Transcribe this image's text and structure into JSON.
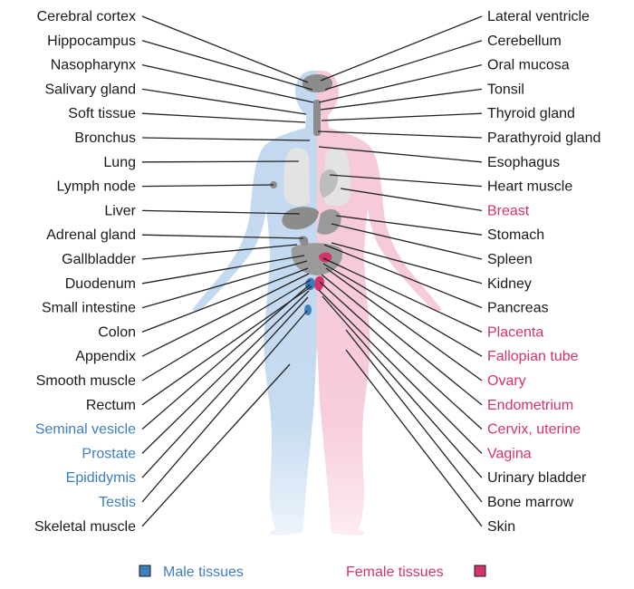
{
  "colors": {
    "normal": "#1a1a1a",
    "male": "#3d7ebf",
    "female": "#d6336c",
    "male_body": "#c2d8ef",
    "female_body": "#f6c9d6",
    "organ": "#8c8c8c",
    "organ_light": "#e3e3e3"
  },
  "left_labels": [
    {
      "text": "Cerebral cortex",
      "type": "normal"
    },
    {
      "text": "Hippocampus",
      "type": "normal"
    },
    {
      "text": "Nasopharynx",
      "type": "normal"
    },
    {
      "text": "Salivary gland",
      "type": "normal"
    },
    {
      "text": "Soft tissue",
      "type": "normal"
    },
    {
      "text": "Bronchus",
      "type": "normal"
    },
    {
      "text": "Lung",
      "type": "normal"
    },
    {
      "text": "Lymph node",
      "type": "normal"
    },
    {
      "text": "Liver",
      "type": "normal"
    },
    {
      "text": "Adrenal gland",
      "type": "normal"
    },
    {
      "text": "Gallbladder",
      "type": "normal"
    },
    {
      "text": "Duodenum",
      "type": "normal"
    },
    {
      "text": "Small intestine",
      "type": "normal"
    },
    {
      "text": "Colon",
      "type": "normal"
    },
    {
      "text": "Appendix",
      "type": "normal"
    },
    {
      "text": "Smooth muscle",
      "type": "normal"
    },
    {
      "text": "Rectum",
      "type": "normal"
    },
    {
      "text": "Seminal vesicle",
      "type": "male"
    },
    {
      "text": "Prostate",
      "type": "male"
    },
    {
      "text": "Epididymis",
      "type": "male"
    },
    {
      "text": "Testis",
      "type": "male"
    },
    {
      "text": "Skeletal muscle",
      "type": "normal"
    }
  ],
  "right_labels": [
    {
      "text": "Lateral ventricle",
      "type": "normal"
    },
    {
      "text": "Cerebellum",
      "type": "normal"
    },
    {
      "text": "Oral mucosa",
      "type": "normal"
    },
    {
      "text": "Tonsil",
      "type": "normal"
    },
    {
      "text": "Thyroid gland",
      "type": "normal"
    },
    {
      "text": "Parathyroid gland",
      "type": "normal"
    },
    {
      "text": "Esophagus",
      "type": "normal"
    },
    {
      "text": "Heart muscle",
      "type": "normal"
    },
    {
      "text": "Breast",
      "type": "female"
    },
    {
      "text": "Stomach",
      "type": "normal"
    },
    {
      "text": "Spleen",
      "type": "normal"
    },
    {
      "text": "Kidney",
      "type": "normal"
    },
    {
      "text": "Pancreas",
      "type": "normal"
    },
    {
      "text": "Placenta",
      "type": "female"
    },
    {
      "text": "Fallopian tube",
      "type": "female"
    },
    {
      "text": "Ovary",
      "type": "female"
    },
    {
      "text": "Endometrium",
      "type": "female"
    },
    {
      "text": "Cervix, uterine",
      "type": "female"
    },
    {
      "text": "Vagina",
      "type": "female"
    },
    {
      "text": "Urinary bladder",
      "type": "normal"
    },
    {
      "text": "Bone marrow",
      "type": "normal"
    },
    {
      "text": "Skin",
      "type": "normal"
    }
  ],
  "legend": {
    "male": "Male tissues",
    "female": "Female tissues"
  }
}
